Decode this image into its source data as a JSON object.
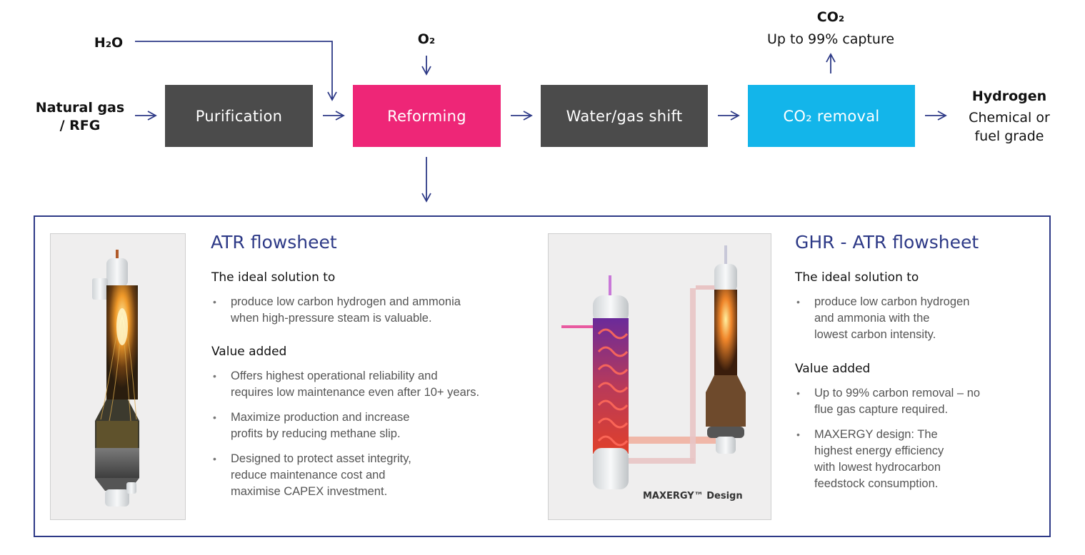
{
  "inputs": {
    "natural_gas": "Natural gas\n/ RFG",
    "water": "H₂O",
    "oxygen": "O₂"
  },
  "process_steps": {
    "purification": "Purification",
    "reforming": "Reforming",
    "water_gas_shift": "Water/gas shift",
    "co2_removal": "CO₂ removal"
  },
  "outputs": {
    "co2_title": "CO₂",
    "co2_subtitle": "Up to 99% capture",
    "hydrogen_title": "Hydrogen",
    "hydrogen_subtitle": "Chemical or\nfuel grade"
  },
  "colors": {
    "dark_box": "#4b4b4b",
    "reforming": "#ee2677",
    "co2_removal": "#13b5ea",
    "arrow": "#2e3a87",
    "title_blue": "#2e3a87"
  },
  "atr": {
    "title": "ATR flowsheet",
    "ideal_heading": "The ideal solution to",
    "ideal_bullets": [
      "produce low carbon hydrogen and ammonia\nwhen high-pressure steam is valuable."
    ],
    "value_heading": "Value added",
    "value_bullets": [
      "Offers highest operational reliability and\nrequires low maintenance even after 10+ years.",
      "Maximize production and increase\nprofits by reducing methane slip.",
      "Designed to protect asset integrity,\nreduce maintenance cost and\nmaximise CAPEX investment."
    ]
  },
  "ghr": {
    "title": "GHR - ATR flowsheet",
    "ideal_heading": "The ideal solution to",
    "ideal_bullets": [
      "produce low carbon hydrogen\nand ammonia with the\nlowest carbon intensity."
    ],
    "value_heading": "Value added",
    "value_bullets": [
      "Up to 99% carbon removal – no\nflue gas capture required.",
      "MAXERGY design: The\nhighest energy efficiency\nwith lowest hydrocarbon\nfeedstock consumption."
    ],
    "caption": "MAXERGY™ Design"
  }
}
